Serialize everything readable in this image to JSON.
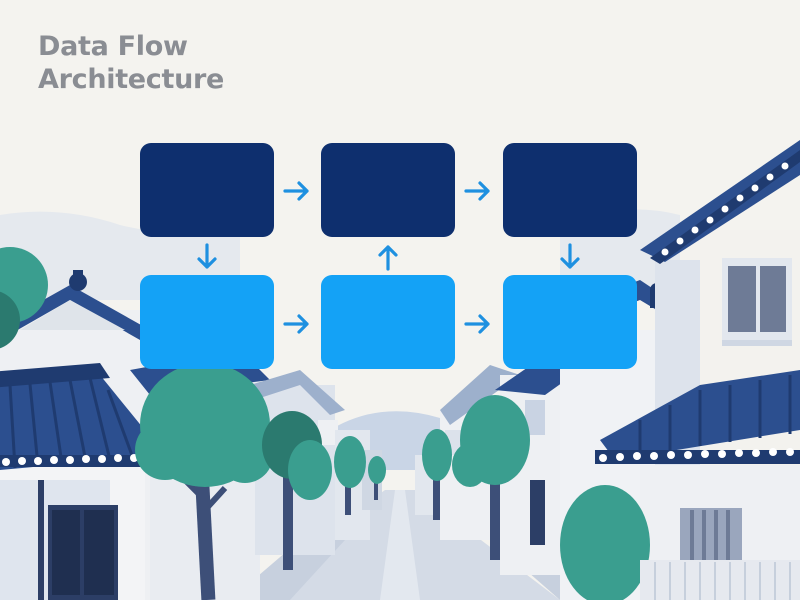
{
  "title": {
    "line1": "Data Flow",
    "line2": "Architecture"
  },
  "diagram": {
    "nodes": [
      {
        "id": "top-1",
        "row": "top",
        "color": "#0e2f6e",
        "label": ""
      },
      {
        "id": "top-2",
        "row": "top",
        "color": "#0e2f6e",
        "label": ""
      },
      {
        "id": "top-3",
        "row": "top",
        "color": "#0e2f6e",
        "label": ""
      },
      {
        "id": "bottom-1",
        "row": "bottom",
        "color": "#14a2f6",
        "label": ""
      },
      {
        "id": "bottom-2",
        "row": "bottom",
        "color": "#14a2f6",
        "label": ""
      },
      {
        "id": "bottom-3",
        "row": "bottom",
        "color": "#14a2f6",
        "label": ""
      }
    ],
    "edges": [
      {
        "from": "top-1",
        "to": "top-2"
      },
      {
        "from": "top-2",
        "to": "top-3"
      },
      {
        "from": "top-1",
        "to": "bottom-1"
      },
      {
        "from": "bottom-2",
        "to": "top-2"
      },
      {
        "from": "top-3",
        "to": "bottom-3"
      },
      {
        "from": "bottom-1",
        "to": "bottom-2"
      },
      {
        "from": "bottom-2",
        "to": "bottom-3"
      }
    ],
    "arrow_color": "#1e90e0"
  },
  "background": {
    "description_free": true,
    "palette": {
      "sky": "#f4f3ef",
      "roof": "#2c4f8f",
      "roof_dark": "#1f3b70",
      "wall": "#eef0f3",
      "wall_shade": "#c9d3e3",
      "tree": "#3a9e8f",
      "tree_dark": "#2b7a6f",
      "trunk": "#3d4f78",
      "road": "#d4dbe6"
    }
  }
}
